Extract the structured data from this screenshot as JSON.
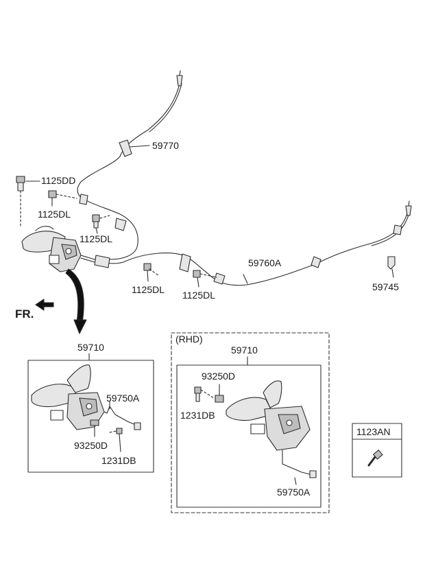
{
  "labels": {
    "cable_59770": "59770",
    "bolt_1125DD": "1125DD",
    "bolt_1125DL_a": "1125DL",
    "bolt_1125DL_b": "1125DL",
    "bolt_1125DL_c": "1125DL",
    "bolt_1125DL_d": "1125DL",
    "cable_59760A": "59760A",
    "clip_59745": "59745",
    "front": "FR.",
    "lever_59710_lhd": "59710",
    "rhd_note": "(RHD)",
    "lever_59710_rhd": "59710",
    "switch_93250D_lhd": "93250D",
    "screw_1231DB_lhd": "1231DB",
    "wire_59750A_lhd": "59750A",
    "switch_93250D_rhd": "93250D",
    "screw_1231DB_rhd": "1231DB",
    "wire_59750A_rhd": "59750A",
    "bolt_1123AN": "1123AN"
  },
  "colors": {
    "line": "#2b2b2b",
    "part_fill": "#e6e6e6",
    "part_shade": "#bdbdbd",
    "box": "#333333"
  }
}
